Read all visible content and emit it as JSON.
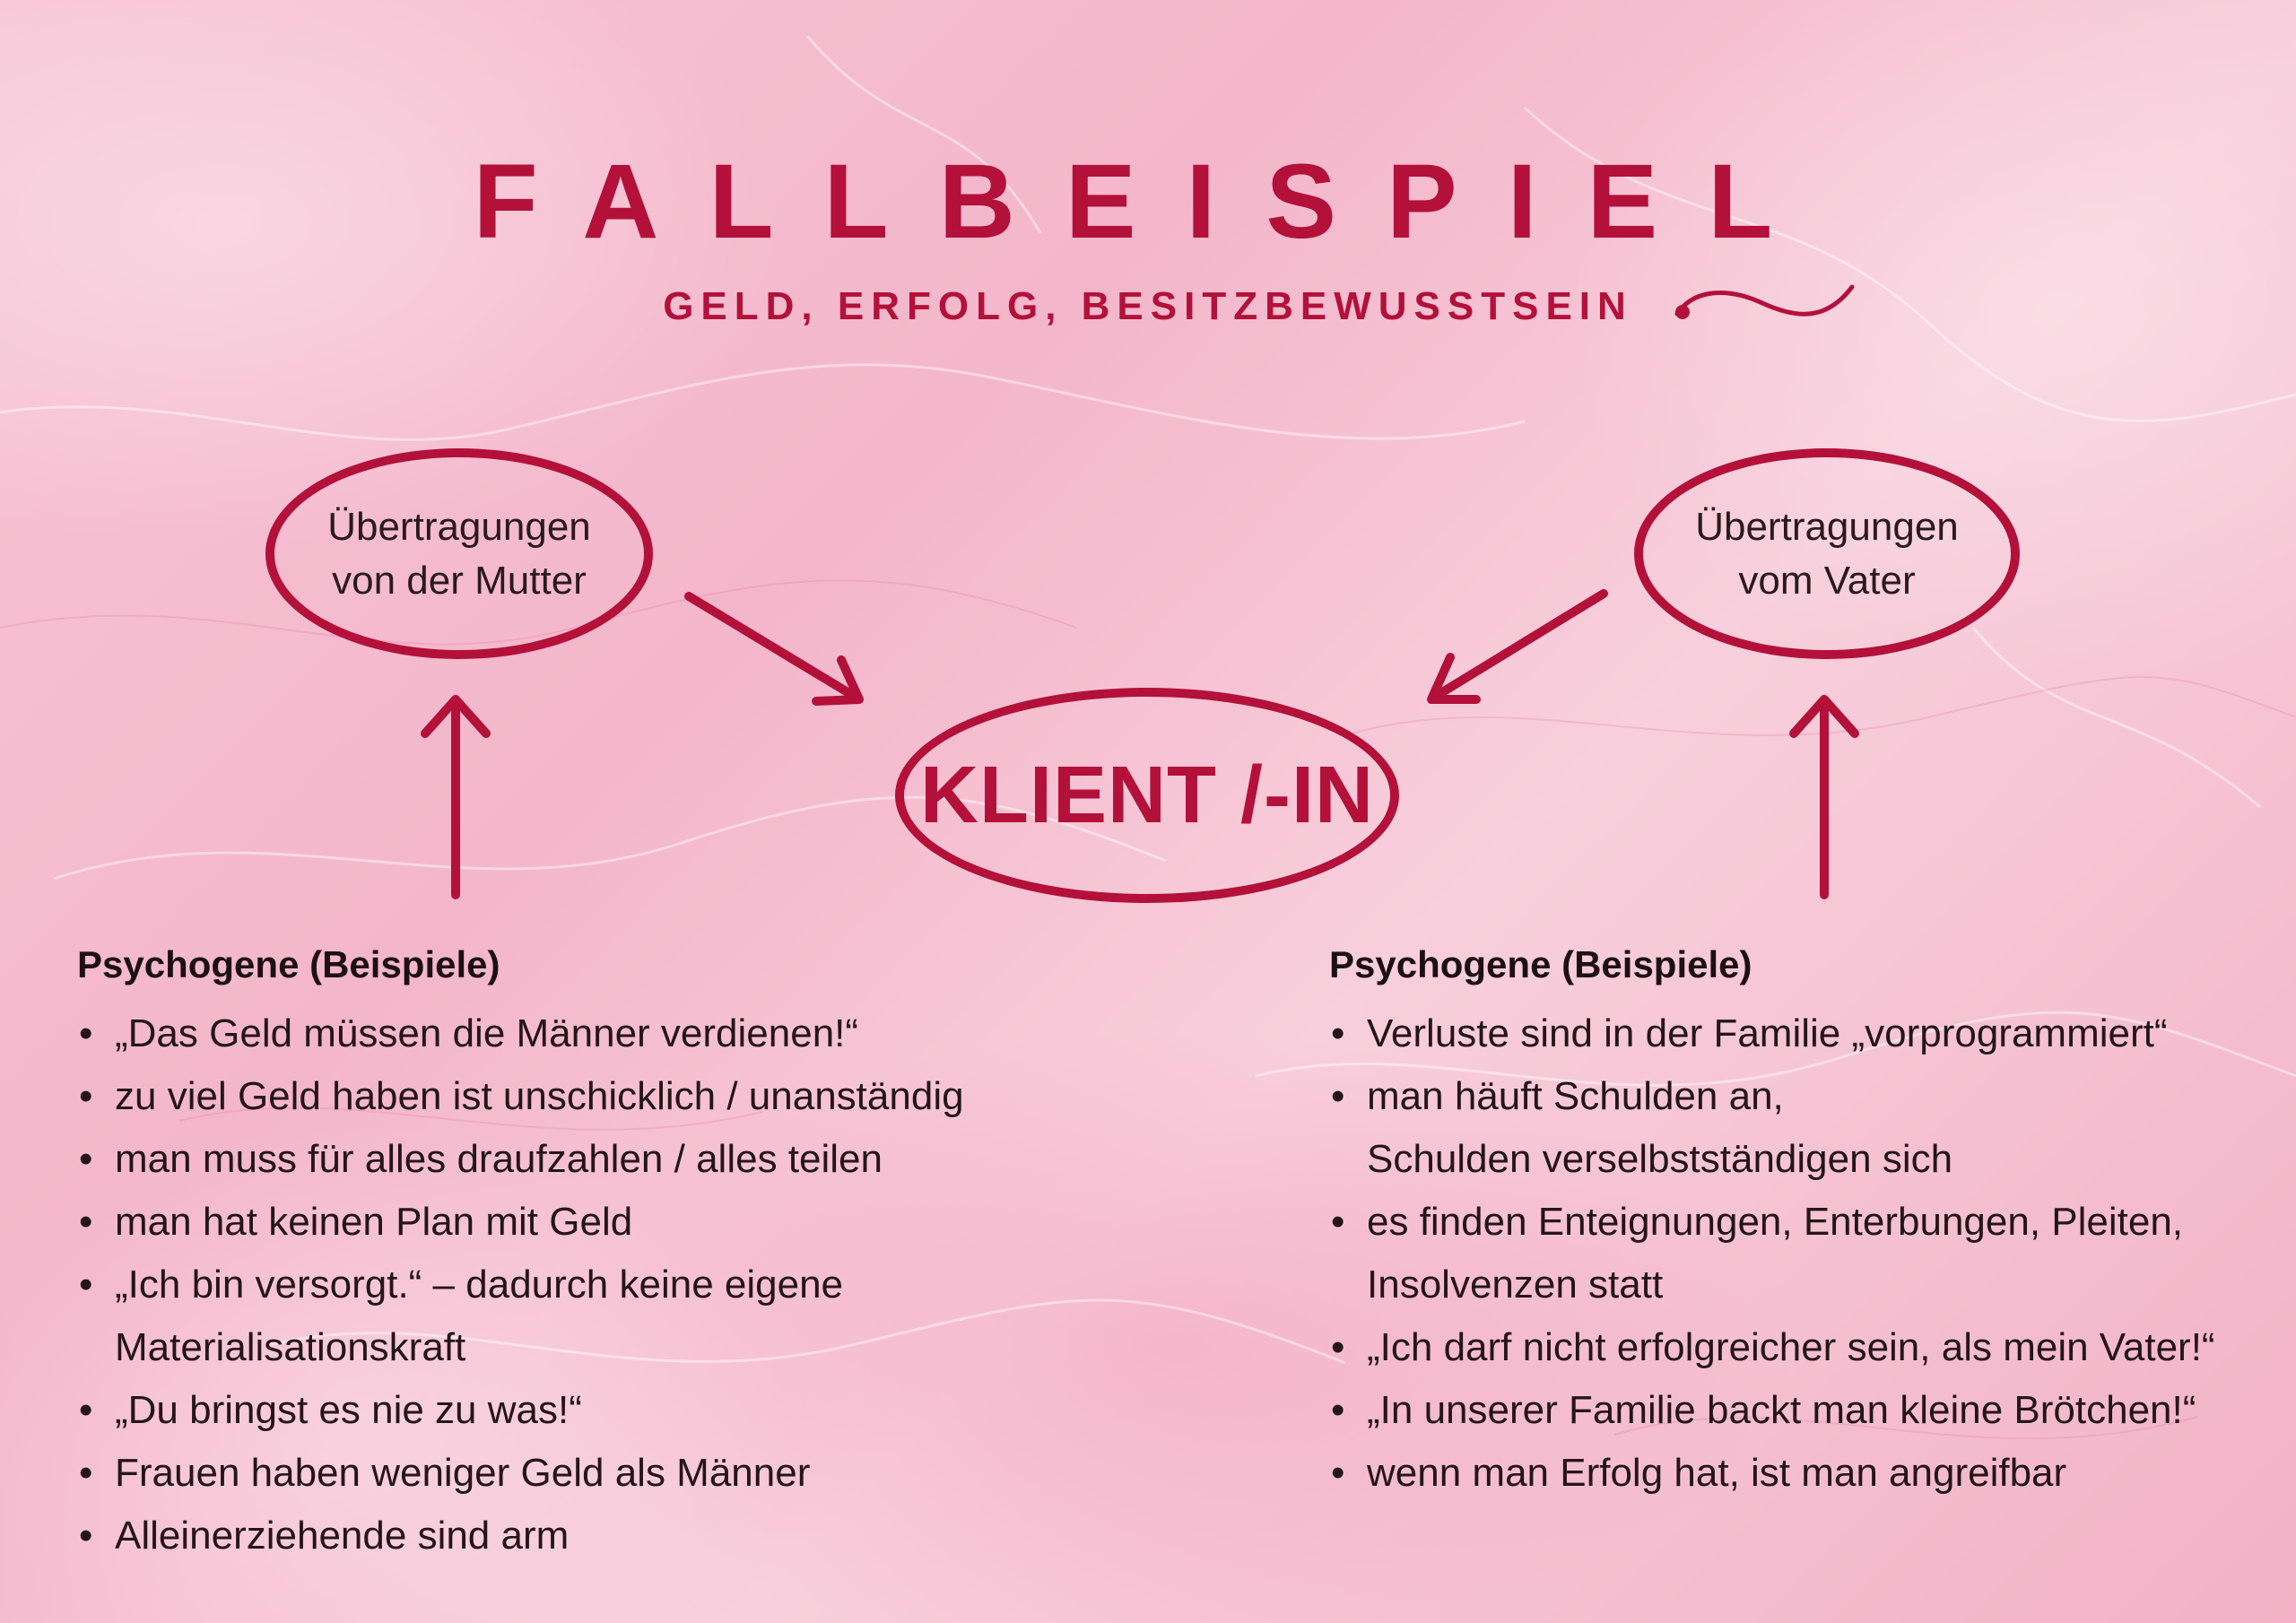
{
  "title": "FALLBEISPIEL",
  "subtitle": "GELD, ERFOLG, BESITZBEWUSSTSEIN",
  "colors": {
    "accent": "#b3103a",
    "text": "#241519",
    "background": "#f6c3d3"
  },
  "nodes": {
    "mother": {
      "line1": "Übertragungen",
      "line2": "von der Mutter"
    },
    "father": {
      "line1": "Übertragungen",
      "line2": "vom Vater"
    },
    "center": "KLIENT /-IN"
  },
  "left_list": {
    "heading": "Psychogene (Beispiele)",
    "items": [
      {
        "text": "„Das Geld müssen die Männer verdienen!“"
      },
      {
        "text": "zu viel Geld haben ist unschicklich / unanständig"
      },
      {
        "text": "man muss für alles draufzahlen / alles teilen"
      },
      {
        "text": "man hat keinen Plan mit Geld"
      },
      {
        "text": "„Ich bin versorgt.“ – dadurch keine eigene",
        "cont": "Materialisationskraft"
      },
      {
        "text": "„Du bringst es nie zu was!“"
      },
      {
        "text": "Frauen haben weniger Geld als Männer"
      },
      {
        "text": "Alleinerziehende sind arm"
      }
    ]
  },
  "right_list": {
    "heading": "Psychogene (Beispiele)",
    "items": [
      {
        "text": "Verluste sind in der Familie „vorprogrammiert“"
      },
      {
        "text": "man häuft Schulden an,",
        "cont": "Schulden verselbstständigen sich"
      },
      {
        "text": "es finden Enteignungen, Enterbungen, Pleiten,",
        "cont": "Insolvenzen statt"
      },
      {
        "text": "„Ich darf nicht erfolgreicher sein, als mein Vater!“"
      },
      {
        "text": "„In unserer Familie backt man kleine Brötchen!“"
      },
      {
        "text": "wenn man Erfolg hat, ist man angreifbar"
      }
    ]
  }
}
